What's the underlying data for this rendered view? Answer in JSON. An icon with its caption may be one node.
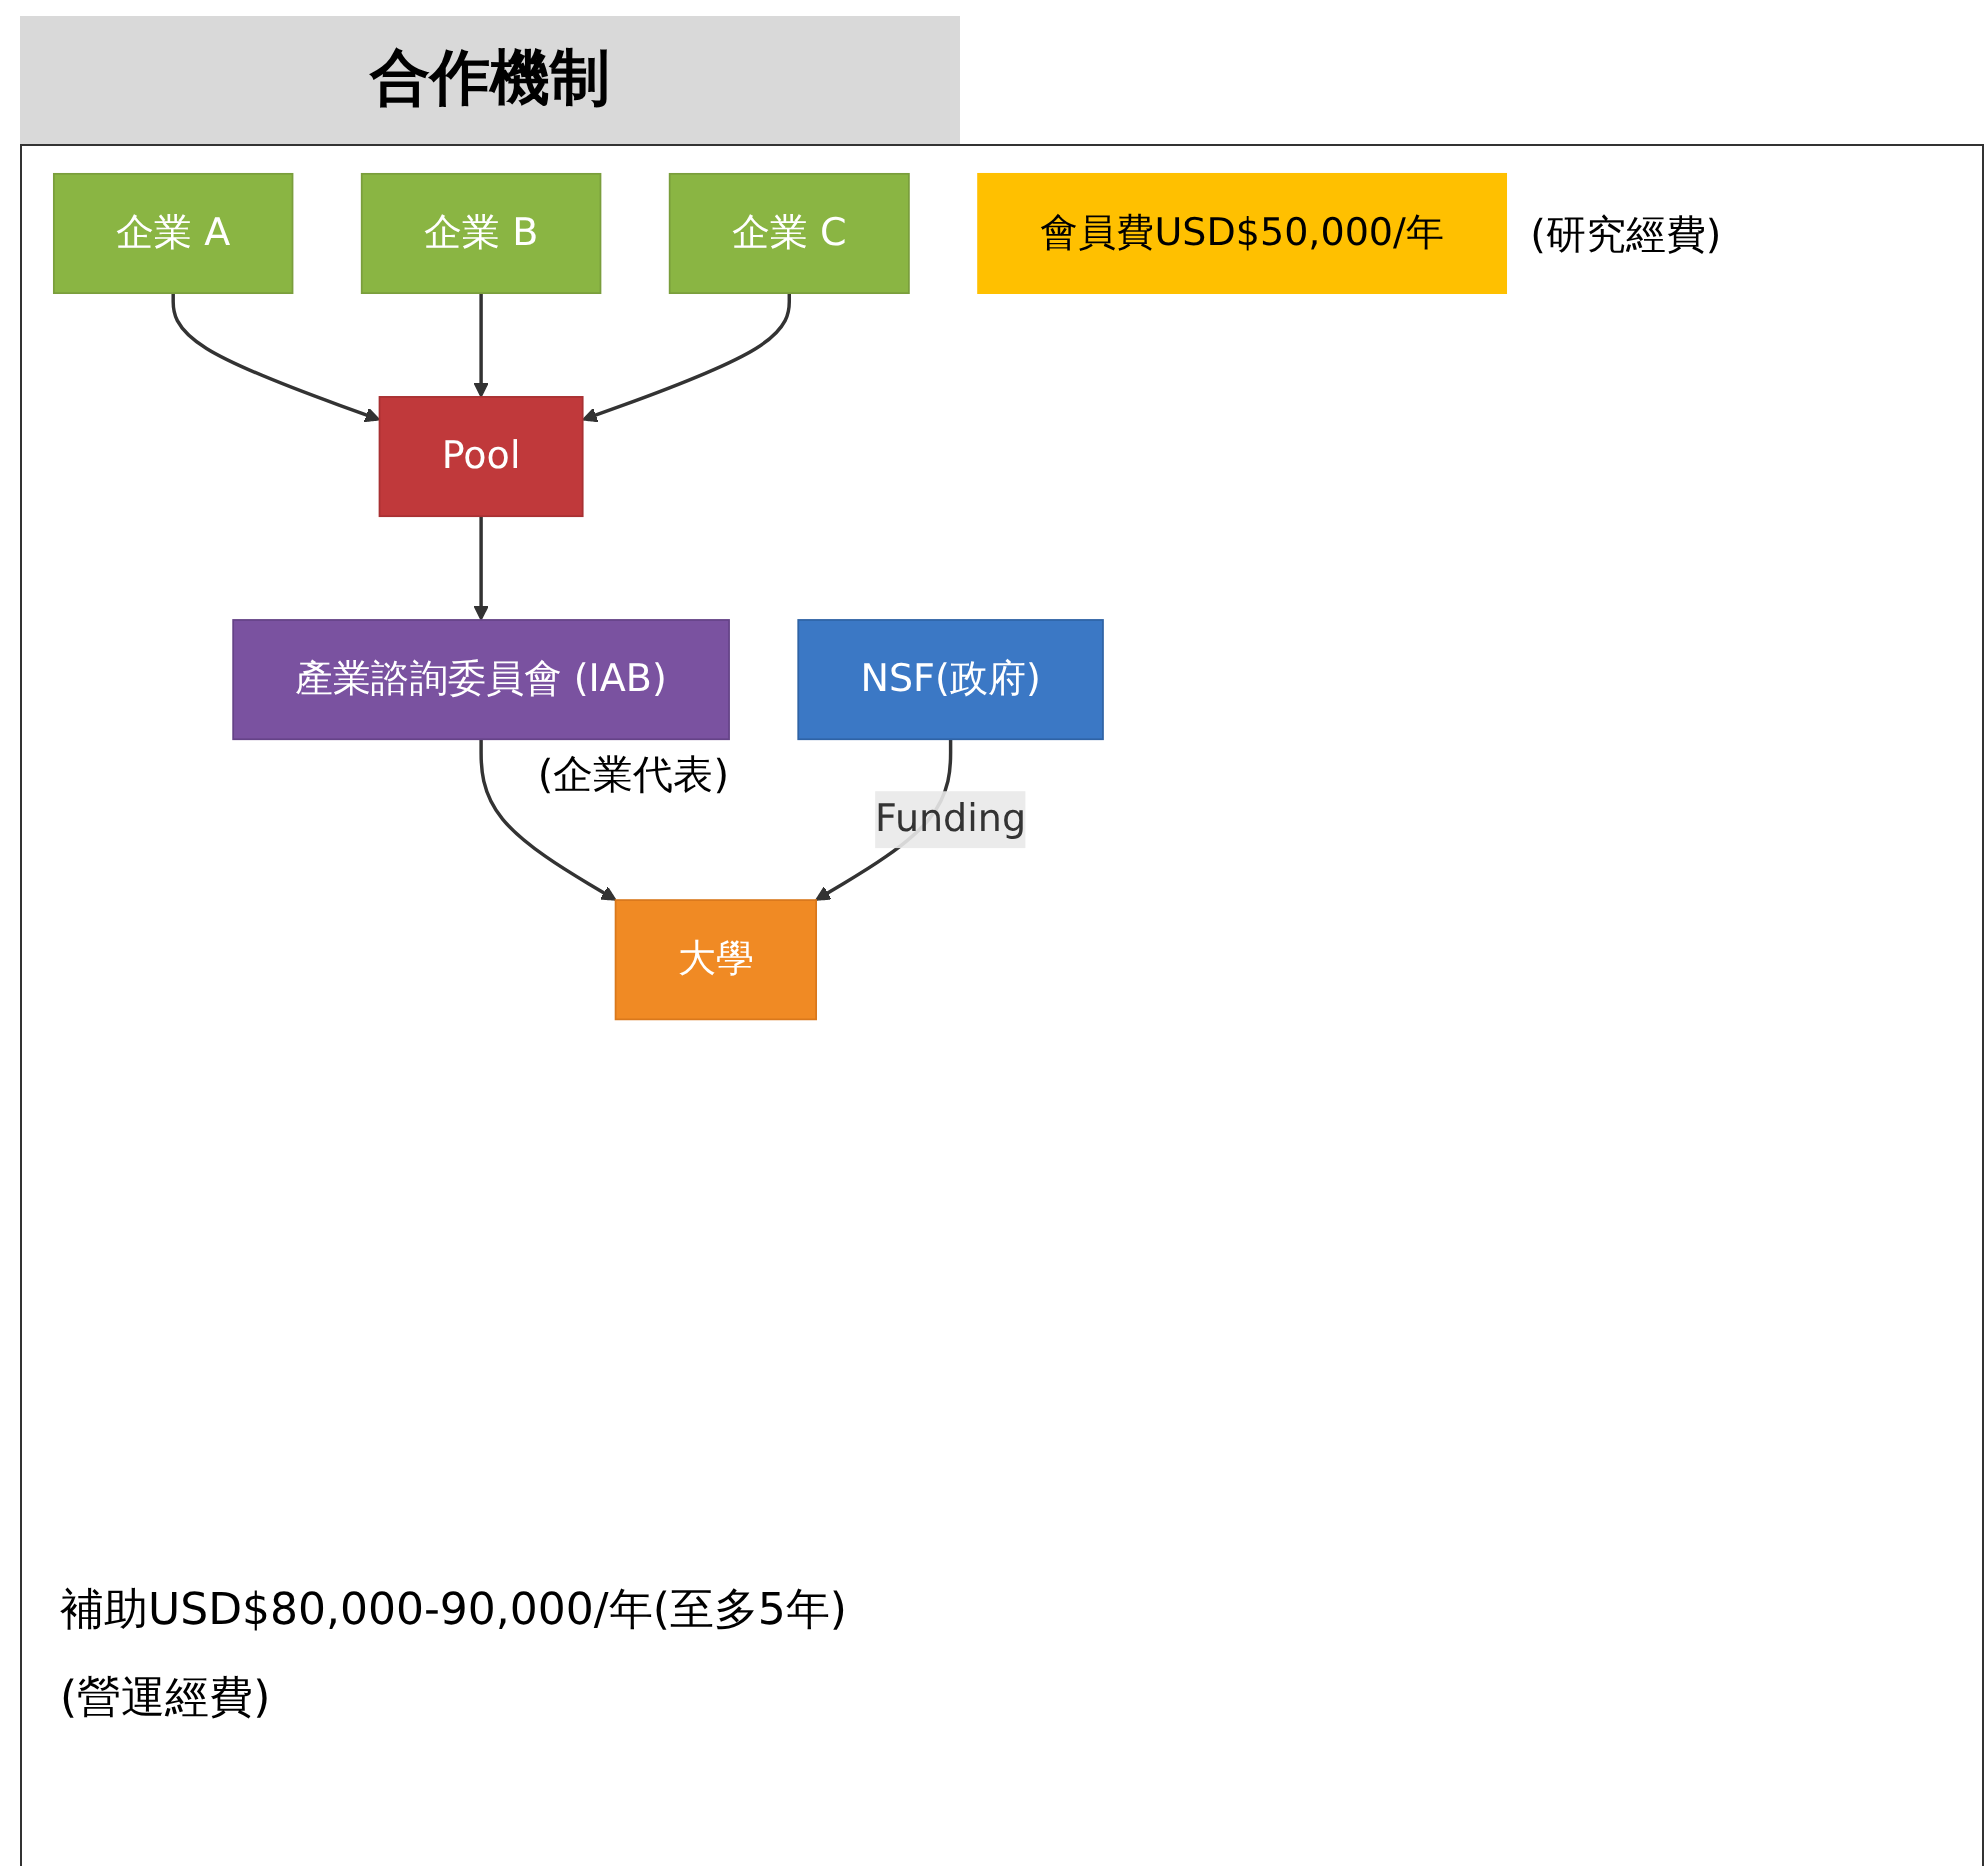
{
  "diagram": {
    "title": "合作機制",
    "nodes": [
      {
        "text": [
          "企業 A"
        ]
      },
      {
        "text": [
          "企業 B"
        ]
      },
      {
        "text": [
          "企業 C"
        ]
      },
      {
        "text": [
          "會員費USD$50,000/年"
        ],
        "beside": [
          "(研究經費)"
        ]
      },
      {
        "text": [
          "Pool"
        ]
      },
      {
        "text": [
          "產業諮詢委員會 (IAB)"
        ],
        "beside": [
          "(企業代表)"
        ]
      },
      {
        "text": [
          "NSF(政府)"
        ]
      },
      {
        "text": [
          "大學"
        ]
      }
    ],
    "edges": [
      {
        "from": 0,
        "to": 4,
        "arrow": "to"
      },
      {
        "from": 1,
        "to": 4,
        "arrow": "to"
      },
      {
        "from": 2,
        "to": 4,
        "arrow": "to"
      },
      {
        "from": 4,
        "to": 5,
        "arrow": "to"
      },
      {
        "from": 5,
        "to": 7,
        "arrow": "to"
      },
      {
        "from": 6,
        "to": 7,
        "arrow": "to",
        "label": "Funding"
      }
    ],
    "labels": [
      "補助USD$80,000-90,000/年(至多5年)",
      "(營運經費)"
    ]
  }
}
